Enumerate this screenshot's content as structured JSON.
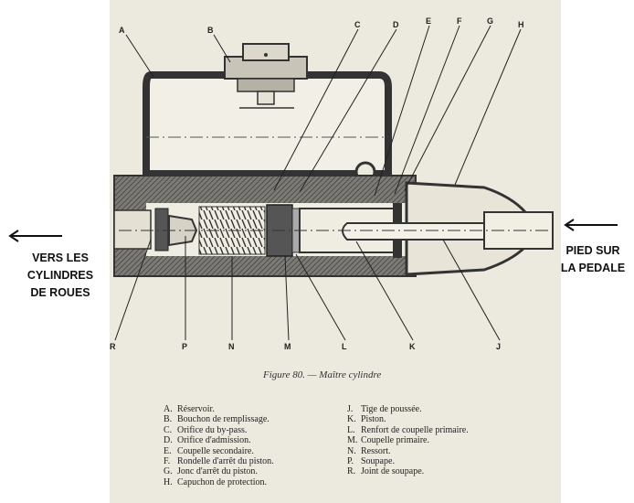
{
  "callouts": {
    "top": [
      "A",
      "B",
      "C",
      "D",
      "E",
      "F",
      "G",
      "H"
    ],
    "bottom": [
      "R",
      "P",
      "N",
      "M",
      "L",
      "K",
      "J"
    ]
  },
  "left_note": [
    "VERS LES",
    "CYLINDRES",
    "DE ROUES"
  ],
  "right_note": [
    "PIED SUR",
    "LA PEDALE"
  ],
  "caption": "Figure 80. — Maître cylindre",
  "legend_left": [
    {
      "key": "A.",
      "text": "Réservoir."
    },
    {
      "key": "B.",
      "text": "Bouchon de remplissage."
    },
    {
      "key": "C.",
      "text": "Orifice du by-pass."
    },
    {
      "key": "D.",
      "text": "Orifice d'admission."
    },
    {
      "key": "E.",
      "text": "Coupelle secondaire."
    },
    {
      "key": "F.",
      "text": "Rondelle d'arrêt du piston."
    },
    {
      "key": "G.",
      "text": "Jonc d'arrêt du piston."
    },
    {
      "key": "H.",
      "text": "Capuchon de protection."
    }
  ],
  "legend_right": [
    {
      "key": "J.",
      "text": "Tige de poussée."
    },
    {
      "key": "K.",
      "text": "Piston."
    },
    {
      "key": "L.",
      "text": "Renfort de coupelle primaire."
    },
    {
      "key": "M.",
      "text": "Coupelle primaire."
    },
    {
      "key": "N.",
      "text": "Ressort."
    },
    {
      "key": "P.",
      "text": "Soupape."
    },
    {
      "key": "R.",
      "text": "Joint de soupape."
    }
  ]
}
